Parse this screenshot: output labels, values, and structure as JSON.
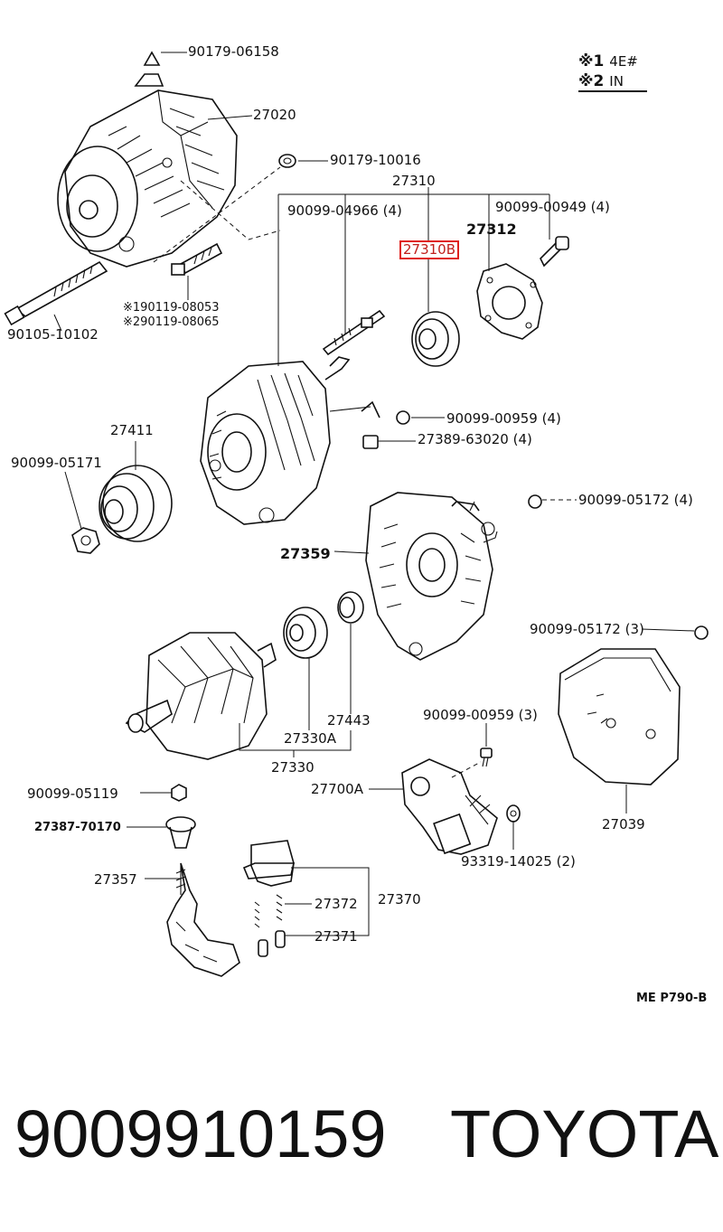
{
  "legend": {
    "row1_mark": "※1",
    "row1_text": "4E#",
    "row2_mark": "※2",
    "row2_text": "IN"
  },
  "labels": {
    "l_90179_06158": "90179-06158",
    "l_27020": "27020",
    "l_90179_10016": "90179-10016",
    "l_27310": "27310",
    "l_90099_04966": "90099-04966 (4)",
    "l_90099_00949": "90099-00949 (4)",
    "l_27312": "27312",
    "l_27310B": "27310B",
    "l_90119_08053": "※190119-08053",
    "l_90119_08065": "※290119-08065",
    "l_90105_10102": "90105-10102",
    "l_90099_00959_4": "90099-00959 (4)",
    "l_27389_63020": "27389-63020 (4)",
    "l_27411": "27411",
    "l_90099_05171": "90099-05171",
    "l_90099_05172_4": "90099-05172 (4)",
    "l_27359": "27359",
    "l_90099_05172_3": "90099-05172 (3)",
    "l_27443": "27443",
    "l_27330A": "27330A",
    "l_27330": "27330",
    "l_90099_00959_3": "90099-00959 (3)",
    "l_90099_05119": "90099-05119",
    "l_27700A": "27700A",
    "l_27039": "27039",
    "l_27387_70170": "27387-70170",
    "l_93319_14025": "93319-14025 (2)",
    "l_27357": "27357",
    "l_27372": "27372",
    "l_27370": "27370",
    "l_27371": "27371"
  },
  "footer_code": "ME  P790-B",
  "caption": {
    "part_number": "9009910159",
    "brand": "TOYOTA"
  },
  "colors": {
    "highlight": "#e0201c",
    "ink": "#111111"
  }
}
